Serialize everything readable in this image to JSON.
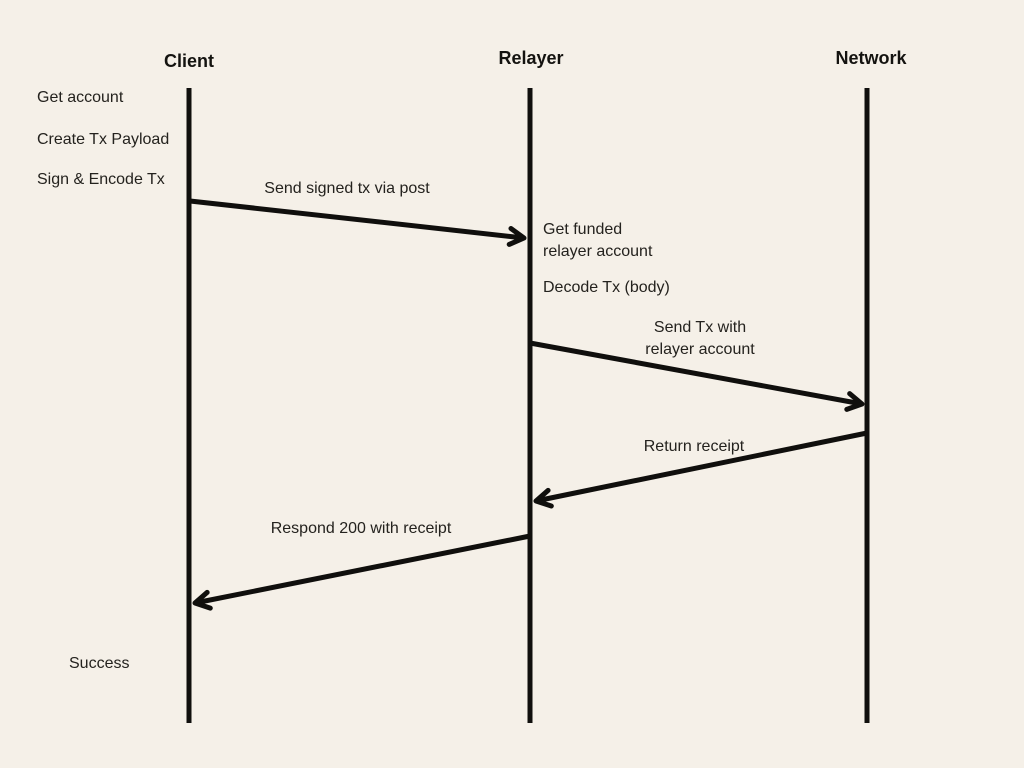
{
  "diagram": {
    "type": "sequence-diagram",
    "background_color": "#f5f0e8",
    "line_color": "#100f0d",
    "text_color": "#24221e",
    "actors": {
      "client": "Client",
      "relayer": "Relayer",
      "network": "Network"
    },
    "notes": {
      "get_account": "Get account",
      "create_tx_payload": "Create Tx Payload",
      "sign_encode_tx": "Sign & Encode Tx",
      "get_funded": "Get funded\nrelayer account",
      "decode_tx": "Decode Tx (body)",
      "success": "Success"
    },
    "messages": {
      "send_signed_tx": {
        "label": "Send signed tx via post",
        "from": "client",
        "to": "relayer"
      },
      "send_tx": {
        "label": "Send Tx with\nrelayer account",
        "from": "relayer",
        "to": "network"
      },
      "return_receipt": {
        "label": "Return receipt",
        "from": "network",
        "to": "relayer"
      },
      "respond_200": {
        "label": "Respond 200 with receipt",
        "from": "relayer",
        "to": "client"
      }
    }
  }
}
